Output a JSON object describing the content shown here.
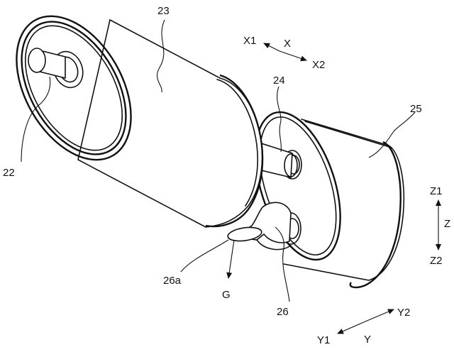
{
  "labels": {
    "ref_23": "23",
    "ref_22": "22",
    "ref_24": "24",
    "ref_25": "25",
    "ref_26": "26",
    "ref_26a": "26a",
    "flow_g": "G"
  },
  "axes": {
    "x": "X",
    "x1": "X1",
    "x2": "X2",
    "y": "Y",
    "y1": "Y1",
    "y2": "Y2",
    "z": "Z",
    "z1": "Z1",
    "z2": "Z2"
  }
}
